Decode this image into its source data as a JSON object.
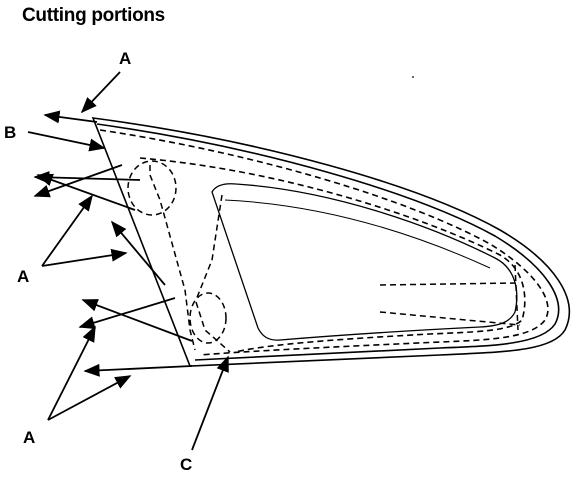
{
  "title": "Cutting portions",
  "labels": {
    "a_top": "A",
    "b": "B",
    "a_left": "A",
    "a_bottom": "A",
    "c": "C"
  }
}
